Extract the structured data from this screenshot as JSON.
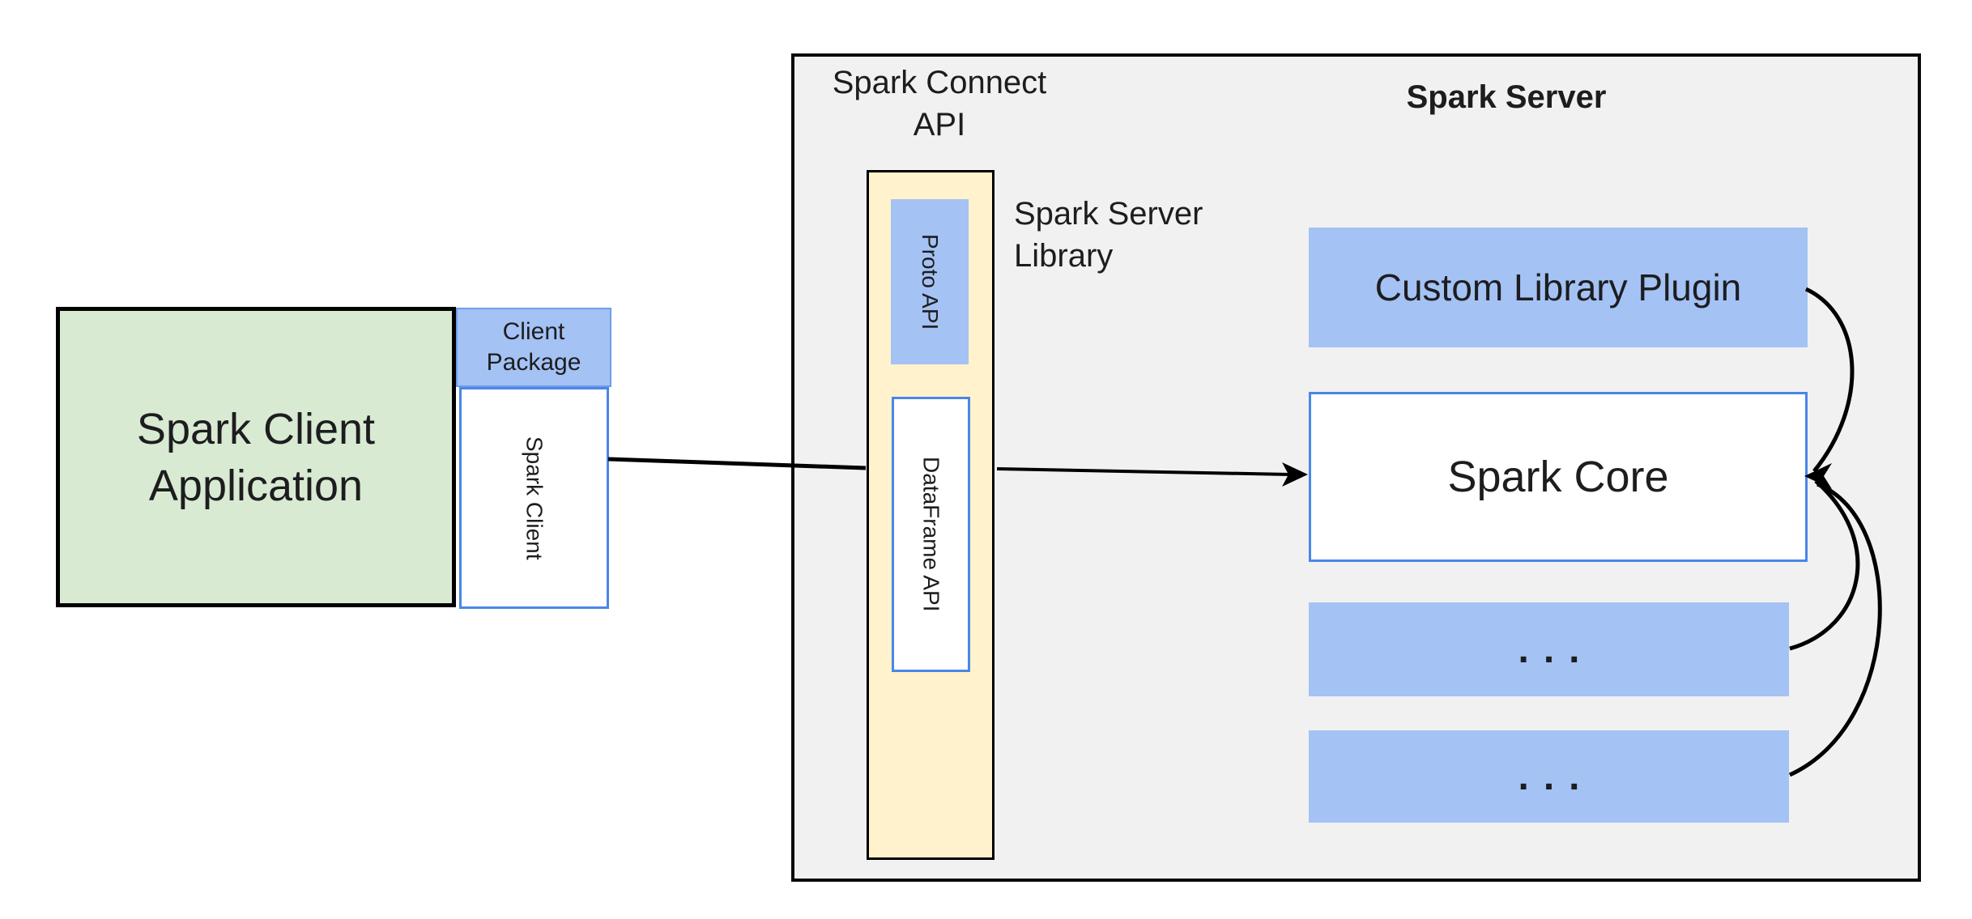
{
  "colors": {
    "green_fill": "#d9ead3",
    "blue_fill": "#a4c2f4",
    "blue_border": "#4a86e8",
    "package_border": "#6d9eeb",
    "yellow_fill": "#fff2cc",
    "gray_fill": "#f1f1f2",
    "line_color": "#000000",
    "ink": "#1d1d1f"
  },
  "client_app": {
    "lines": [
      "Spark Client",
      "Application"
    ]
  },
  "client_package": {
    "lines": [
      "Client",
      "Package"
    ]
  },
  "spark_client": {
    "label": "Spark Client"
  },
  "connect_api_label": {
    "lines": [
      "Spark Connect",
      "API"
    ]
  },
  "server": {
    "title": "Spark Server"
  },
  "server_library_label": {
    "lines": [
      "Spark Server",
      "Library"
    ]
  },
  "proto_api": {
    "label": "Proto API"
  },
  "dataframe_api": {
    "label": "DataFrame API"
  },
  "plugin": {
    "label": "Custom Library Plugin"
  },
  "core": {
    "label": "Spark Core"
  },
  "ellipsis_box_1": {
    "label": "..."
  },
  "ellipsis_box_2": {
    "label": "..."
  }
}
